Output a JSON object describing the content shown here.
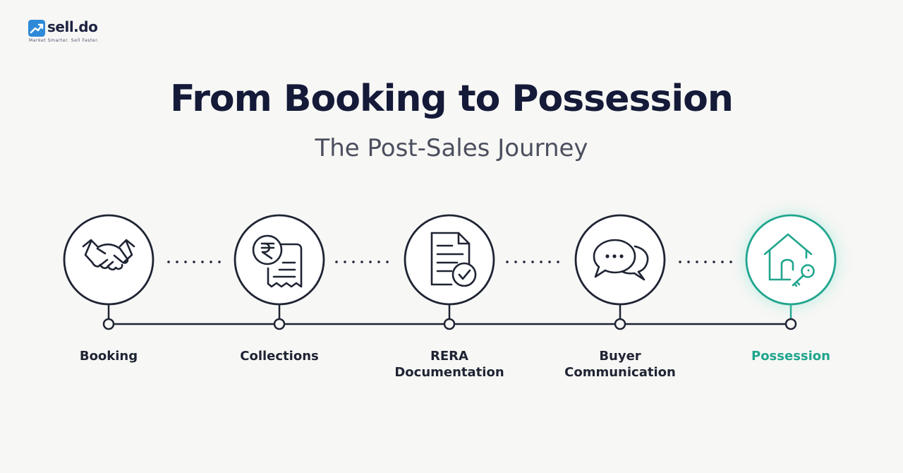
{
  "brand": {
    "name": "sell.do",
    "tagline": "Market Smarter. Sell Faster."
  },
  "header": {
    "title": "From Booking to Possession",
    "subtitle": "The Post-Sales Journey"
  },
  "stages": [
    {
      "label_line1": "Booking",
      "label_line2": "",
      "icon": "handshake-icon"
    },
    {
      "label_line1": "Collections",
      "label_line2": "",
      "icon": "rupee-receipt-icon"
    },
    {
      "label_line1": "RERA",
      "label_line2": "Documentation",
      "icon": "document-check-icon"
    },
    {
      "label_line1": "Buyer",
      "label_line2": "Communication",
      "icon": "chat-bubbles-icon"
    },
    {
      "label_line1": "Possession",
      "label_line2": "",
      "icon": "house-key-icon",
      "highlighted": true
    }
  ],
  "colors": {
    "primary_text": "#141a38",
    "accent": "#20a58e",
    "line": "#1f2433",
    "brand_blue": "#2e8ad8"
  }
}
